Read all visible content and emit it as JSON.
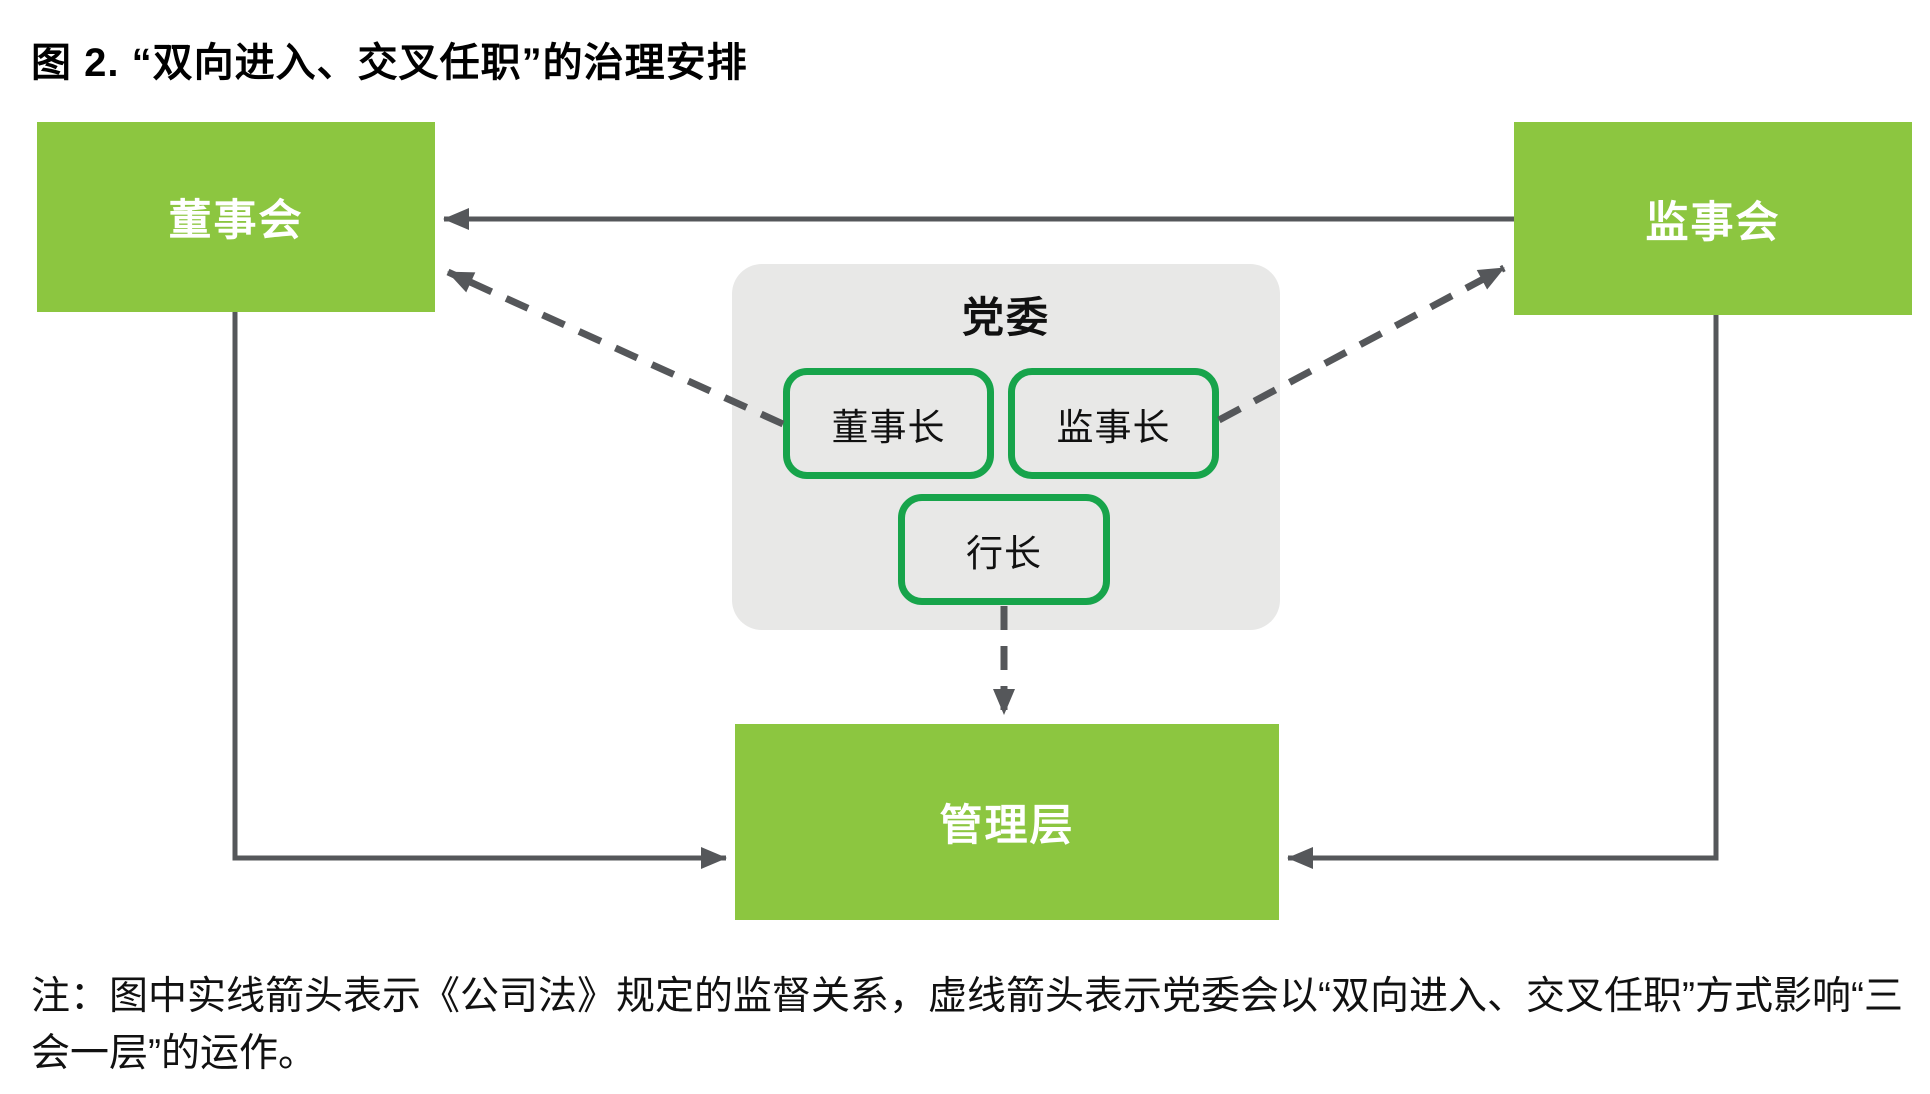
{
  "title": "图 2. “双向进入、交叉任职”的治理安排",
  "nodes": {
    "board": "董事会",
    "supervisory": "监事会",
    "party_committee": "党委",
    "chairman": "董事长",
    "chief_supervisor": "监事长",
    "president": "行长",
    "management": "管理层"
  },
  "edges": [
    {
      "from": "监事会",
      "to": "董事会",
      "style": "solid"
    },
    {
      "from": "董事会",
      "to": "管理层",
      "style": "solid"
    },
    {
      "from": "监事会",
      "to": "管理层",
      "style": "solid"
    },
    {
      "from": "董事长",
      "to": "董事会",
      "style": "dashed"
    },
    {
      "from": "监事长",
      "to": "监事会",
      "style": "dashed"
    },
    {
      "from": "行长",
      "to": "管理层",
      "style": "dashed"
    }
  ],
  "note": "注：图中实线箭头表示《公司法》规定的监督关系，虚线箭头表示党委会以“双向进入、交叉任职”方式影响“三会一层”的运作。",
  "colors": {
    "node_green": "#8cc640",
    "inner_border_green": "#17a44b",
    "panel_gray": "#e8e8e7",
    "arrow_gray": "#55575a",
    "text_black": "#111111",
    "text_white": "#ffffff"
  }
}
